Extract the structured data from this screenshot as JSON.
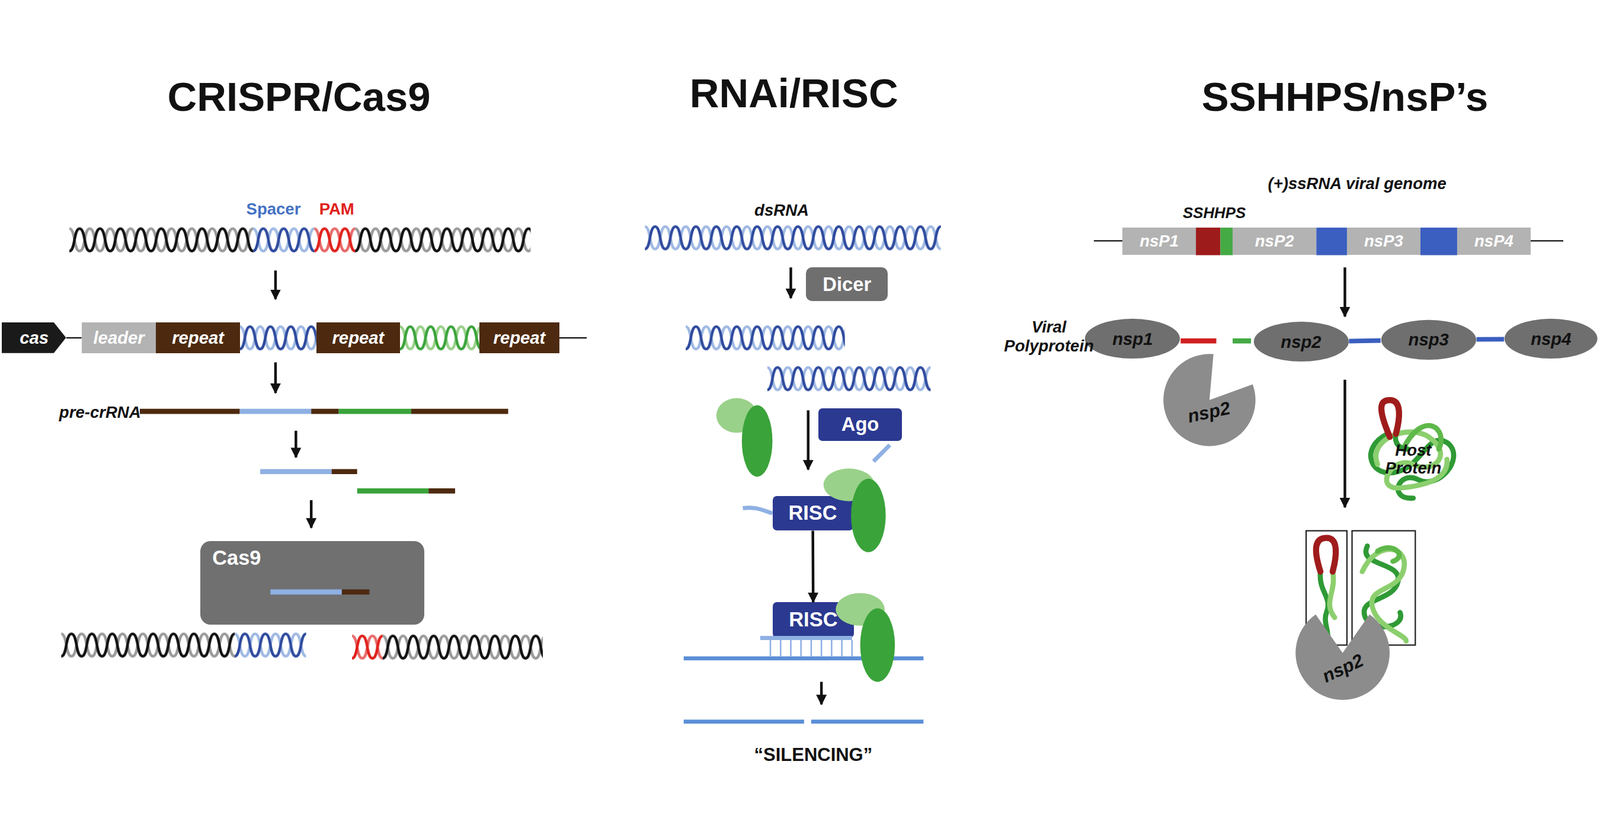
{
  "diagram": {
    "nodes": [
      {
        "text": [
          "cas"
        ]
      },
      {
        "text": [
          "leader"
        ]
      },
      {
        "text": [
          "repeat"
        ]
      },
      {
        "text": [
          "repeat"
        ]
      },
      {
        "text": [
          "repeat"
        ]
      },
      {
        "text": [
          "Cas9"
        ]
      },
      {
        "text": [
          "Dicer"
        ]
      },
      {
        "text": [
          "Ago"
        ]
      },
      {
        "text": [
          "RISC"
        ]
      },
      {
        "text": [
          "RISC"
        ]
      },
      {
        "text": [
          "nsP1"
        ]
      },
      {
        "text": [
          "nsP2"
        ]
      },
      {
        "text": [
          "nsP3"
        ]
      },
      {
        "text": [
          "nsP4"
        ]
      },
      {
        "text": [
          "nsp1"
        ]
      },
      {
        "text": [
          "nsp2"
        ]
      },
      {
        "text": [
          "nsp3"
        ]
      },
      {
        "text": [
          "nsp4"
        ]
      },
      {
        "text": [
          "nsp2"
        ]
      },
      {
        "text": [
          "Host Protein"
        ]
      },
      {
        "text": [
          "nsp2"
        ]
      }
    ],
    "edges": [
      {
        "from": 8,
        "to": 9,
        "arrow": "to"
      },
      {
        "from": 15,
        "to": 16,
        "arrow": "none"
      },
      {
        "from": 16,
        "to": 17,
        "arrow": "none"
      }
    ],
    "labels": [
      "CRISPR/Cas9",
      "Spacer",
      "PAM",
      "pre-crRNA",
      "RNAi/RISC",
      "dsRNA",
      "“SILENCING”",
      "SSHHPS/nsP’s",
      "(+)ssRNA viral genome",
      "SSHHPS",
      "Viral Polyprotein"
    ]
  }
}
